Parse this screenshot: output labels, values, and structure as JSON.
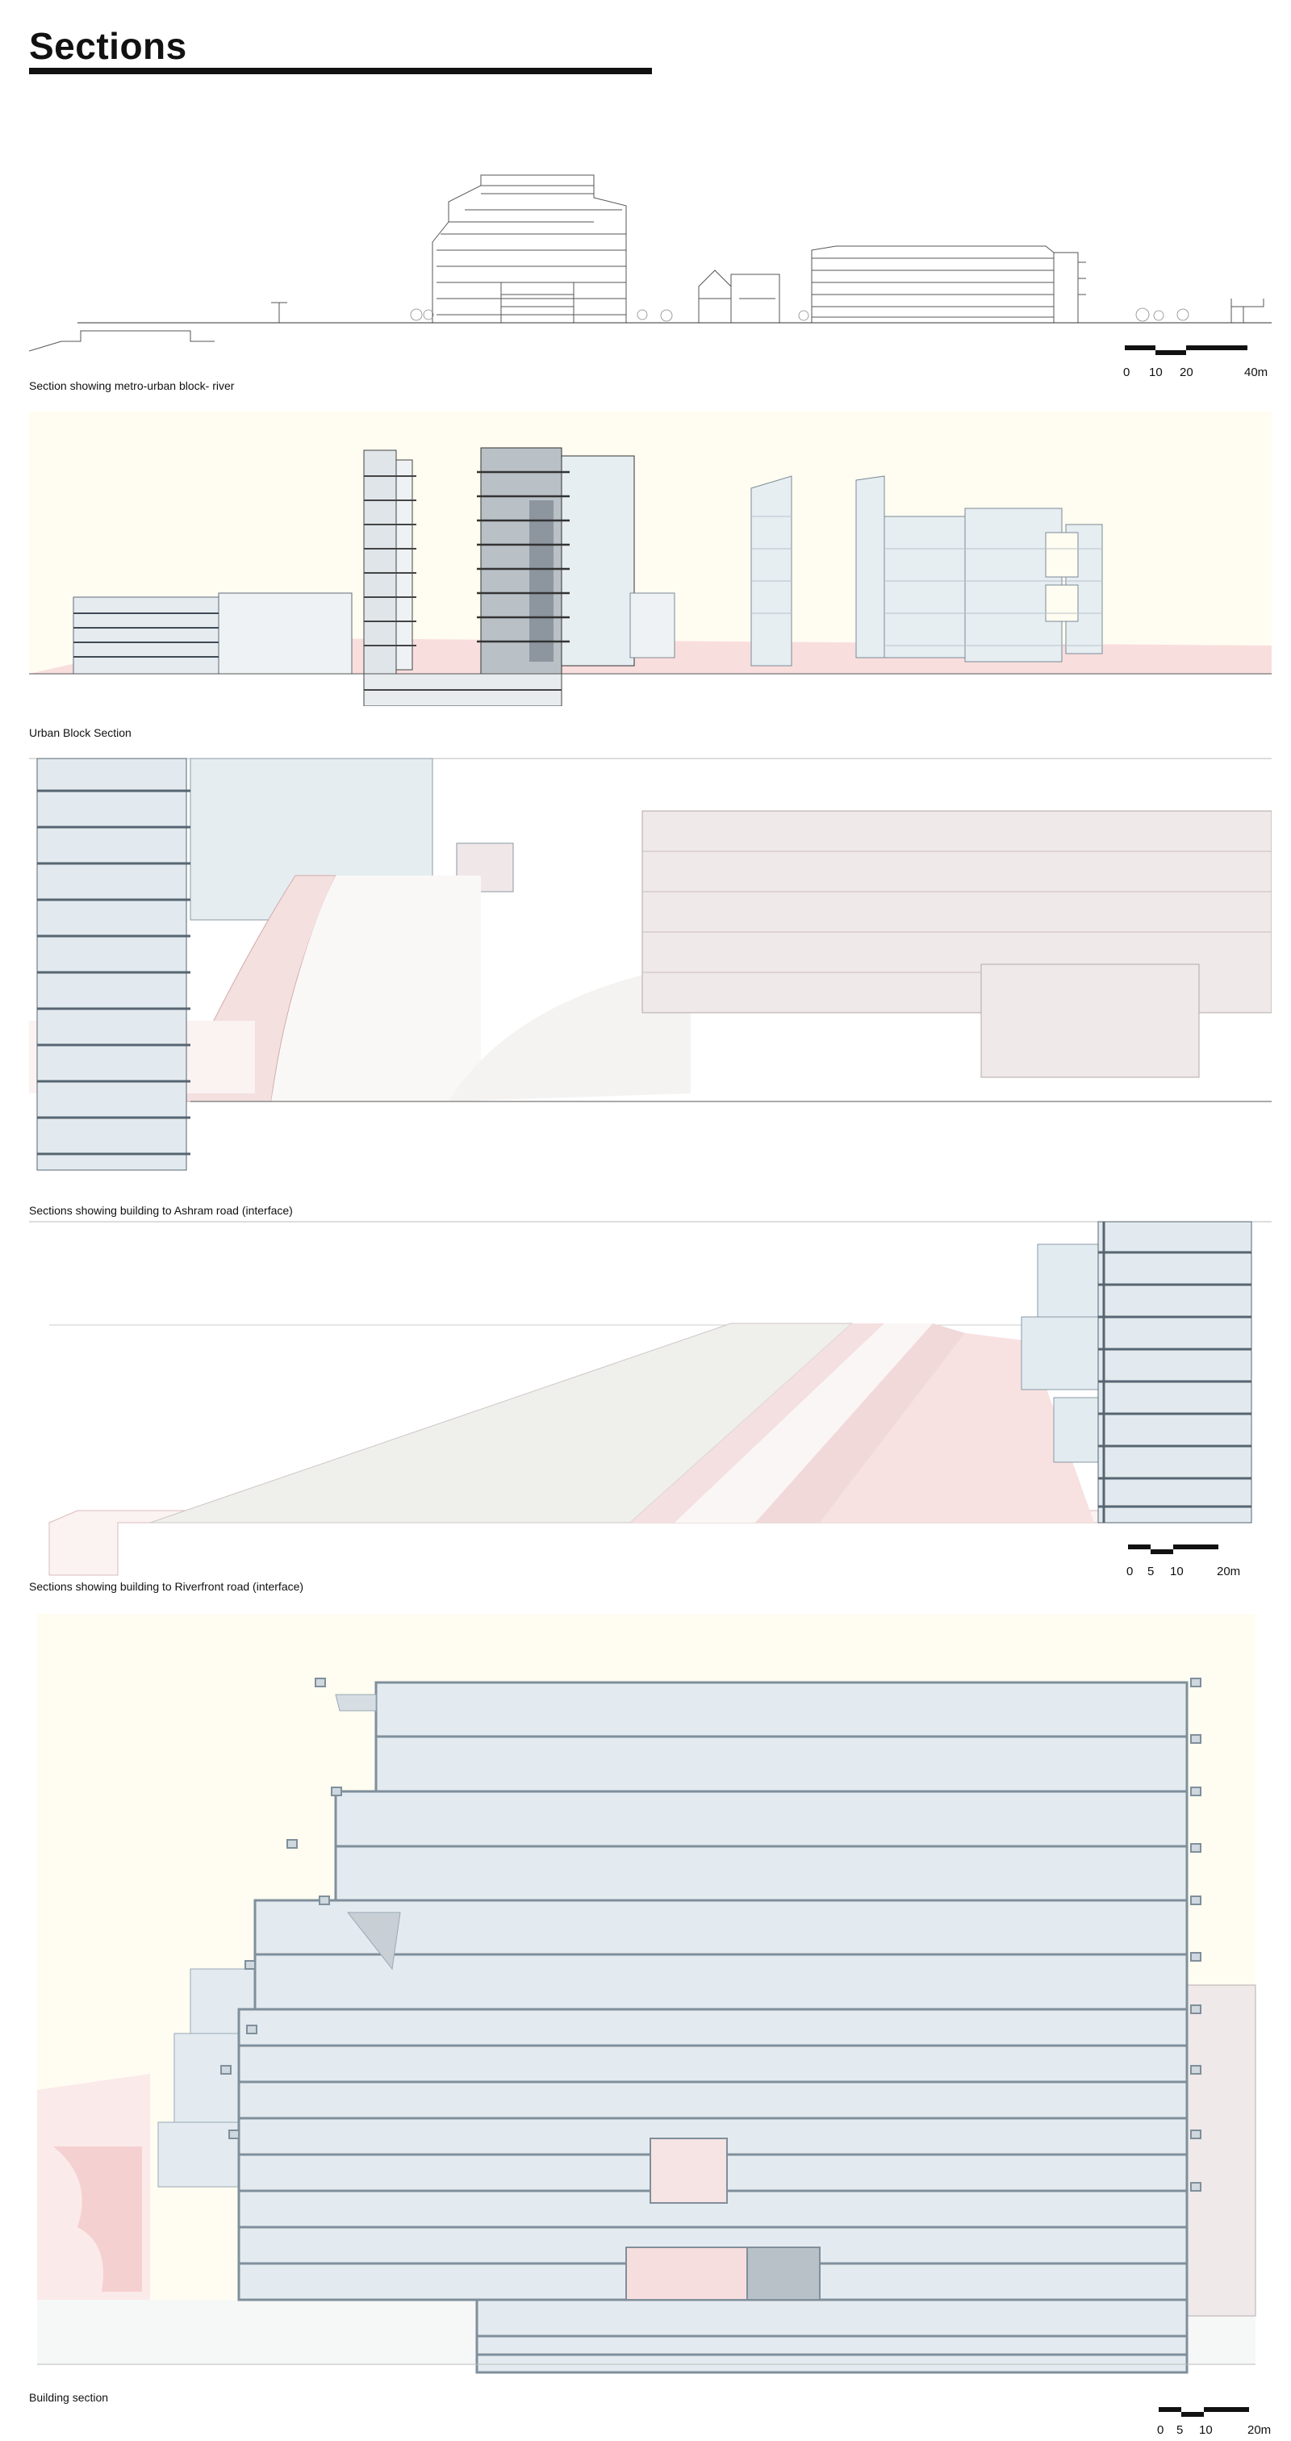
{
  "title": "Sections",
  "sections": [
    {
      "caption": "Section showing metro-urban block- river",
      "scale": {
        "labels": [
          "0",
          "10",
          "20",
          "40m"
        ]
      }
    },
    {
      "caption": "Urban Block Section"
    },
    {
      "caption": "Sections showing building to Ashram road (interface)"
    },
    {
      "caption": "Sections showing building to Riverfront road (interface)",
      "scale": {
        "labels": [
          "0",
          "5",
          "10",
          "20m"
        ]
      }
    },
    {
      "caption": "Building section",
      "scale": {
        "labels": [
          "0",
          "5",
          "10",
          "20m"
        ]
      }
    }
  ],
  "colors": {
    "glass": "#e4ecf1",
    "slab": "#7f8f9b",
    "pink": "#f6d6d6",
    "cream": "#fffcf1",
    "road": "#eeeeea"
  }
}
